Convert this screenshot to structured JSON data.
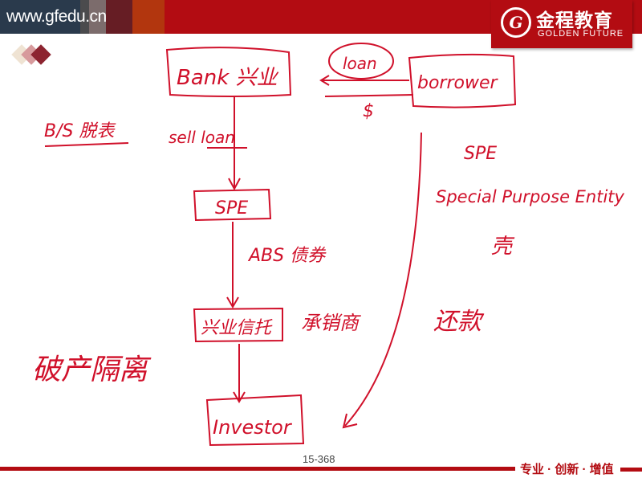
{
  "header": {
    "site": "www.gfedu.cn",
    "logo_cn": "金程教育",
    "logo_en": "GOLDEN FUTURE",
    "logo_mark": "G",
    "colors": [
      "#2a3a4c",
      "#4b4b4d",
      "#7c6c6c",
      "#661d24",
      "#b2360e",
      "#b30c12"
    ]
  },
  "notes": {
    "bank": "Bank 兴业",
    "loan": "loan",
    "borrower": "borrower",
    "dollar": "$",
    "bs": "B/S 脱表",
    "sell_loan": "sell loan",
    "spe_box": "SPE",
    "abs": "ABS 债券",
    "xingye_trust": "兴业信托",
    "underwriter": "承销商",
    "investor": "Investor",
    "bankruptcy": "破产隔离",
    "spe": "SPE",
    "spe_full": "Special Purpose Entity",
    "shell": "壳",
    "repay": "还款"
  },
  "footer": {
    "page": "15-368",
    "slogan": "专业 · 创新 · 增值"
  }
}
